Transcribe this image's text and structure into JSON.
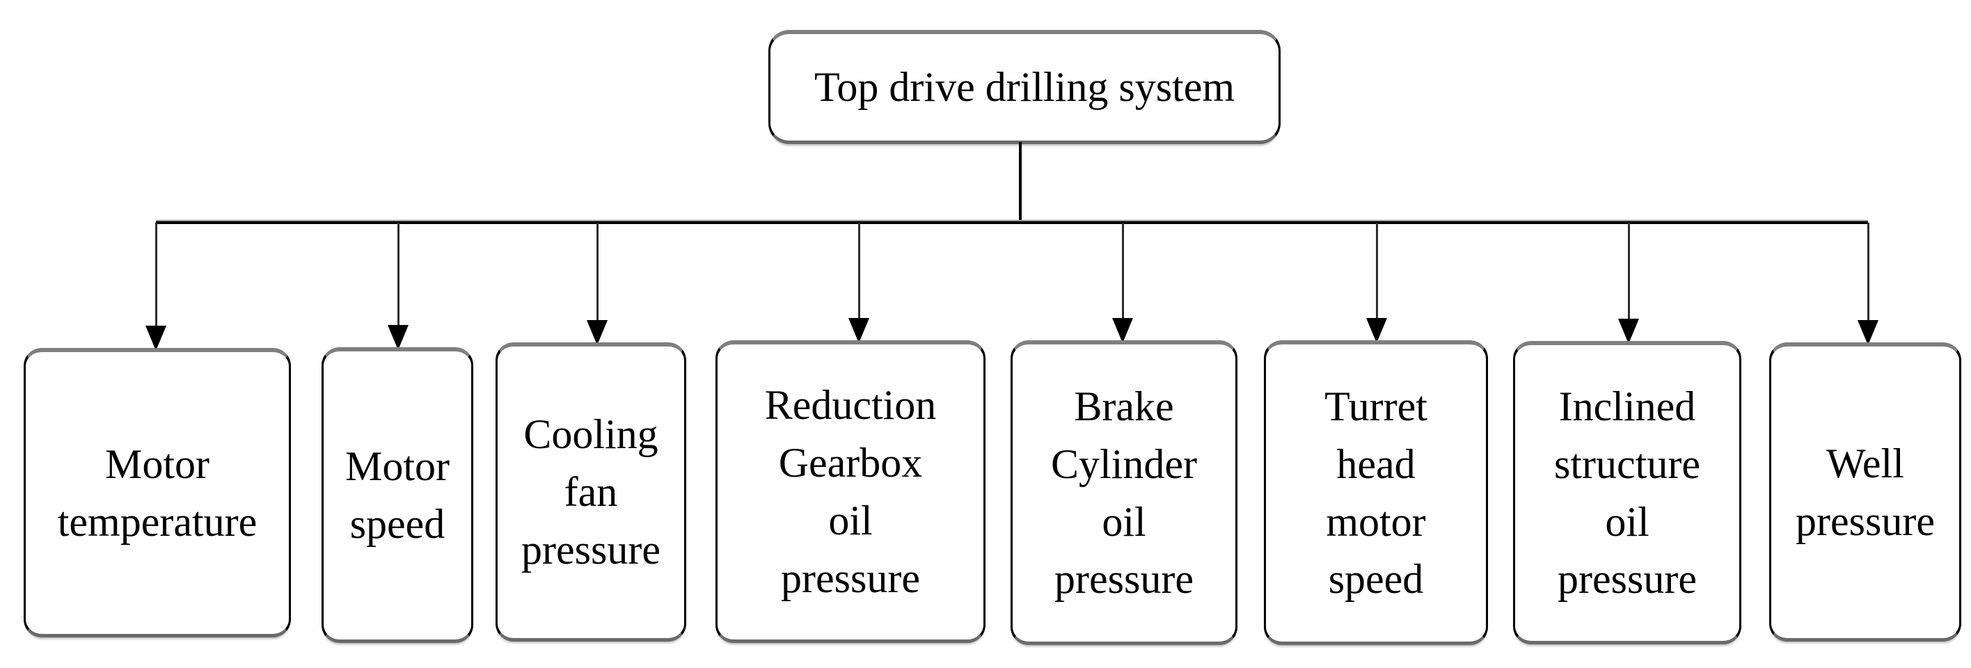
{
  "diagram": {
    "type": "tree",
    "root": {
      "label": "Top drive drilling system"
    },
    "children": [
      {
        "label": "Motor\ntemperature"
      },
      {
        "label": "Motor\nspeed"
      },
      {
        "label": "Cooling\nfan\npressure"
      },
      {
        "label": "Reduction\nGearbox\noil\npressure"
      },
      {
        "label": "Brake\nCylinder\noil\npressure"
      },
      {
        "label": "Turret\nhead\nmotor\nspeed"
      },
      {
        "label": "Inclined\nstructure\noil\npressure"
      },
      {
        "label": "Well\npressure"
      }
    ],
    "colors": {
      "background": "#ffffff",
      "text": "#000000",
      "border_vertical": "#000000",
      "border_horizontal_shade": "#7f7f7f",
      "connector": "#000000"
    }
  }
}
